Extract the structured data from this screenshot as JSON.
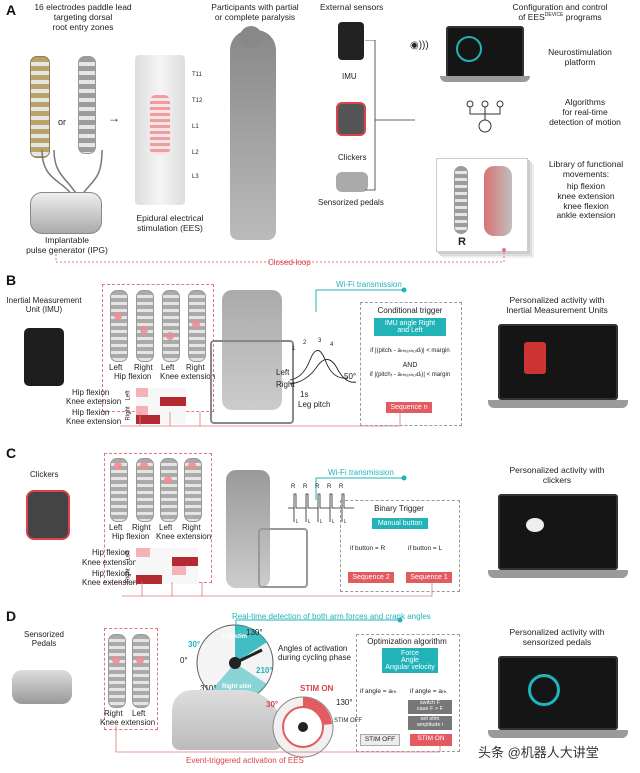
{
  "panelA": {
    "letter": "A",
    "electrodes_title": "16 electrodes paddle lead\ntargeting dorsal\nroot entry zones",
    "or_label": "or",
    "ipg_label": "Implantable\npulse generator (IPG)",
    "ees_label": "Epidural electrical\nstimulation (EES)",
    "participants_label": "Participants with partial\nor complete paralysis",
    "external_sensors": "External sensors",
    "imu_label": "IMU",
    "clickers_label": "Clickers",
    "pedals_label": "Sensorized pedals",
    "config_label": "Configuration and control\nof EES",
    "config_superscript": "DEVICE",
    "config_suffix": " programs",
    "neuro_label": "Neurostimulation\nplatform",
    "algo_label": "Algorithms\nfor real-time\ndetection of motion",
    "library_title": "Library of functional\nmovements:",
    "library_items": "hip flexion\nknee extension\nknee flexion\nankle extension",
    "closed_loop": "Closed-loop",
    "vertebrae": [
      "T11",
      "T12",
      "L1",
      "L2",
      "L3"
    ],
    "card_letter": "R"
  },
  "panelB": {
    "letter": "B",
    "imu_title": "Inertial Measurement\nUnit (IMU)",
    "wifi": "Wi-Fi transmission",
    "lead_labels": [
      "Left",
      "Right",
      "Left",
      "Right"
    ],
    "group_labels": [
      "Hip flexion",
      "Knee extension"
    ],
    "heat_rows": [
      "Hip flexion",
      "Knee extension",
      "Hip flexion",
      "Knee extension"
    ],
    "heat_side": [
      "Left",
      "Right"
    ],
    "graph_left": "Left",
    "graph_right": "Right",
    "graph_time": "1s",
    "graph_angle": "50°",
    "graph_xlabel": "Leg pitch",
    "graph_marks": [
      "1",
      "2",
      "3",
      "4"
    ],
    "trigger_title": "Conditional trigger",
    "trigger_btn": "IMU angle Right\nand Left",
    "cond1": "if |(pitchₗ - aₜₕᵣₑₛₕₒₗdₗ)| < margin",
    "and_label": "AND",
    "cond2": "if |(pitchᵣ - aₜₕᵣₑₛₕₒₗdᵣ)| < margin",
    "sequence": "Sequence n",
    "activity_title": "Personalized activity with\nInertial Measurement Units"
  },
  "panelC": {
    "letter": "C",
    "clickers_title": "Clickers",
    "wifi": "Wi-Fi transmission",
    "lead_labels": [
      "Left",
      "Right",
      "Left",
      "Right"
    ],
    "group_labels": [
      "Hip flexion",
      "Knee extension"
    ],
    "heat_rows": [
      "Hip flexion",
      "Knee extension",
      "Hip flexion",
      "Knee extension"
    ],
    "heat_side": [
      "Left",
      "Right"
    ],
    "pulse_labels": [
      "R",
      "R",
      "R",
      "R",
      "R"
    ],
    "pulse_sub": [
      "L",
      "L",
      "L",
      "L",
      "L"
    ],
    "trigger_title": "Binary Trigger",
    "trigger_btn": "Manual button",
    "cond1": "if button = R",
    "cond2": "if button = L",
    "seq2": "Sequence 2",
    "seq1": "Sequence 1",
    "activity_title": "Personalized activity with\nclickers"
  },
  "panelD": {
    "letter": "D",
    "pedals_title": "Sensorized\nPedals",
    "realtime": "Real-time detection of both arm forces and crank angles",
    "lead_labels": [
      "Right",
      "Left"
    ],
    "group_label": "Knee extension",
    "angles_label": "Angles of activation\nduring cycling phase",
    "wheel_angles": [
      "130°",
      "0°",
      "30°",
      "210°",
      "310°"
    ],
    "wheel_tags": [
      "Left stim",
      "Right stim"
    ],
    "stim_on": "STIM ON",
    "stim_off": "STIM OFF",
    "wheel2_angles": [
      "30°",
      "130°"
    ],
    "opt_title": "Optimization algorithm",
    "opt_btn": "Force\nAngle\nAngular velocity",
    "cond_angle1": "if angle = aₜₕ",
    "cond_angle2": "if angle = aₜₕ",
    "switch_label": "switch F\ncase F > F",
    "set_label": "set stim\namplitude i",
    "out_off": "STIM OFF",
    "out_on": "STIM ON",
    "event": "Event-triggered activation of EES",
    "activity_title": "Personalized activity with\nsensorized pedals"
  },
  "watermark": "头条 @机器人大讲堂"
}
